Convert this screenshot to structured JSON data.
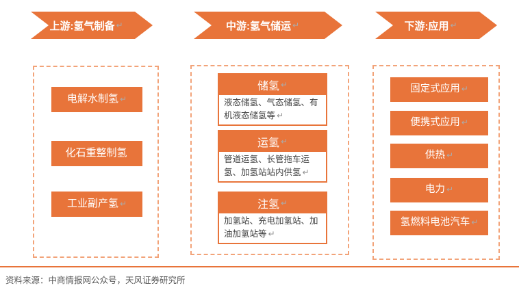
{
  "diagram": {
    "title_implicit": "氢能产业链",
    "accent_color": "#E8743A",
    "dashed_border_color": "#F2A379",
    "columns": [
      {
        "header": {
          "label": "上游:氢气制备",
          "ret": "↵"
        },
        "items": [
          {
            "label": "电解水制氢",
            "ret": "↵"
          },
          {
            "label": "化石重整制氢",
            "ret": ""
          },
          {
            "label": "工业副产氢",
            "ret": "↵"
          }
        ]
      },
      {
        "header": {
          "label": "中游:氢气储运",
          "ret": "↵"
        },
        "groups": [
          {
            "title": "储氢",
            "ret": "↵",
            "desc": "液态储氢、气态储氢、有机液态储氢等",
            "desc_ret": "↵"
          },
          {
            "title": "运氢",
            "ret": "↵",
            "desc": "管道运氢、长管拖车运氢、加氢站站内供氢",
            "desc_ret": "↵"
          },
          {
            "title": "注氢",
            "ret": "↵",
            "desc": "加氢站、充电加氢站、加油加氢站等",
            "desc_ret": "↵"
          }
        ]
      },
      {
        "header": {
          "label": "下游:应用",
          "ret": "↵"
        },
        "items": [
          {
            "label": "固定式应用",
            "ret": "↵"
          },
          {
            "label": "便携式应用",
            "ret": "↵"
          },
          {
            "label": "供热",
            "ret": "↵"
          },
          {
            "label": "电力",
            "ret": "↵"
          },
          {
            "label": "氢燃料电池汽车",
            "ret": "↵"
          }
        ]
      }
    ]
  },
  "footer": {
    "source": "资料来源：中商情报网公众号，天风证券研究所"
  }
}
